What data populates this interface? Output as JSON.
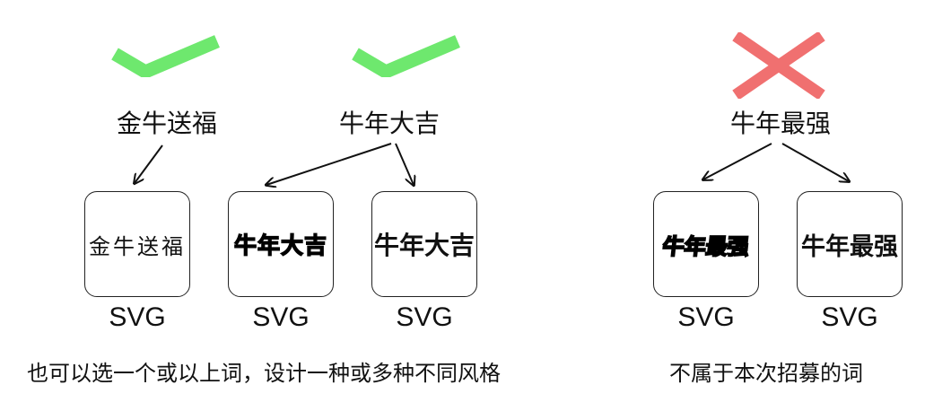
{
  "colors": {
    "check": "#6ee86e",
    "cross": "#f07070",
    "stroke": "#111111"
  },
  "groups": [
    {
      "word": "金牛送福",
      "status_icon": "check-icon"
    },
    {
      "word": "牛年大吉",
      "status_icon": "check-icon"
    },
    {
      "word": "牛年最强",
      "status_icon": "cross-icon"
    }
  ],
  "cards": [
    {
      "text": "金牛送福",
      "format": "SVG"
    },
    {
      "text": "牛年大吉",
      "format": "SVG"
    },
    {
      "text": "牛年大吉",
      "format": "SVG"
    },
    {
      "text": "牛年最强",
      "format": "SVG"
    },
    {
      "text": "牛年最强",
      "format": "SVG"
    }
  ],
  "captions": {
    "left": "也可以选一个或以上词，设计一种或多种不同风格",
    "right": "不属于本次招募的词"
  }
}
